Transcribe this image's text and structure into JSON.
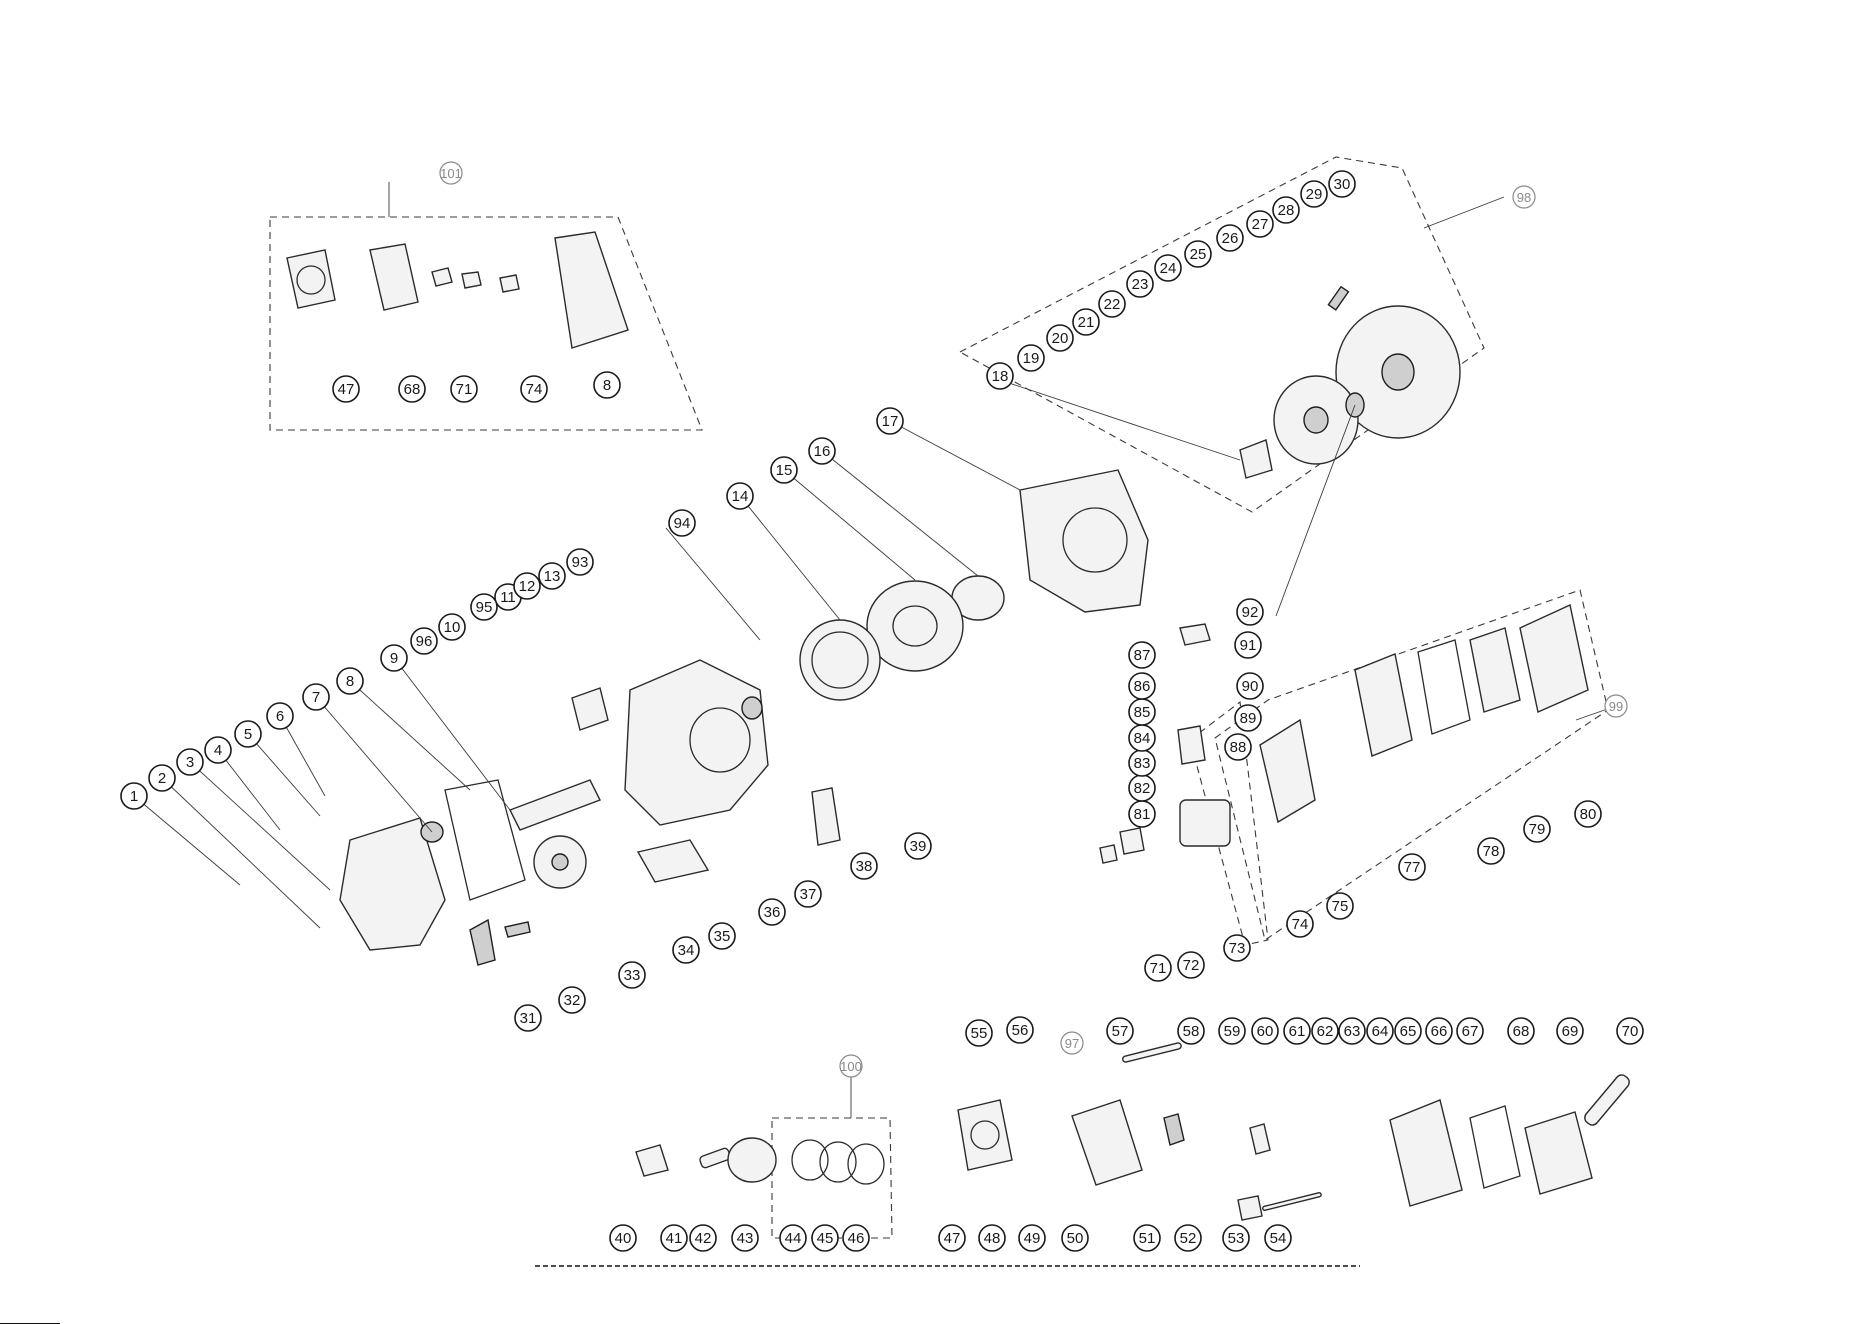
{
  "diagram": {
    "callouts": [
      "1",
      "2",
      "3",
      "4",
      "5",
      "6",
      "7",
      "8",
      "9",
      "10",
      "11",
      "12",
      "13",
      "14",
      "15",
      "16",
      "17",
      "18",
      "19",
      "20",
      "21",
      "22",
      "23",
      "24",
      "25",
      "26",
      "27",
      "28",
      "29",
      "30",
      "31",
      "32",
      "33",
      "34",
      "35",
      "36",
      "37",
      "38",
      "39",
      "40",
      "41",
      "42",
      "43",
      "44",
      "45",
      "46",
      "47",
      "48",
      "49",
      "50",
      "51",
      "52",
      "53",
      "54",
      "55",
      "56",
      "57",
      "58",
      "59",
      "60",
      "61",
      "62",
      "63",
      "64",
      "65",
      "66",
      "67",
      "68",
      "69",
      "70",
      "71",
      "72",
      "73",
      "74",
      "75",
      "77",
      "78",
      "79",
      "80",
      "81",
      "82",
      "83",
      "84",
      "85",
      "86",
      "87",
      "88",
      "89",
      "90",
      "91",
      "92",
      "93",
      "94",
      "95",
      "96"
    ],
    "kit_callouts": [
      "97",
      "98",
      "99",
      "100",
      "101"
    ],
    "gasket_kit": [
      "47",
      "68",
      "71",
      "74",
      "8"
    ]
  }
}
